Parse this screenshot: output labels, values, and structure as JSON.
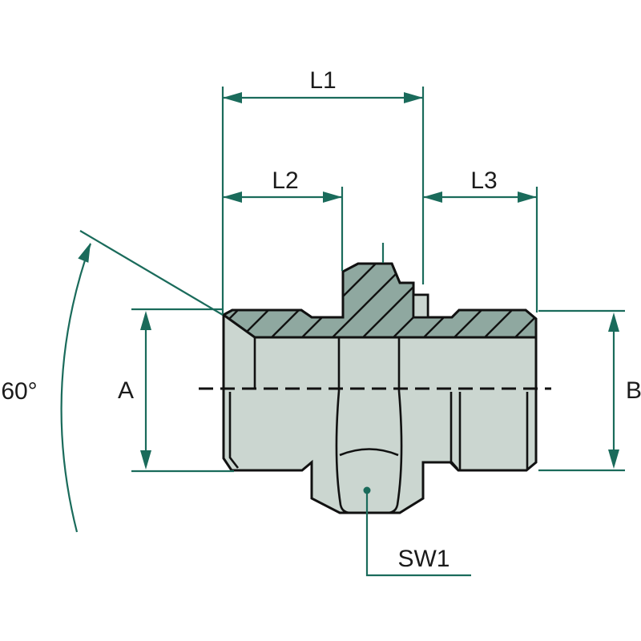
{
  "drawing": {
    "type": "technical-drawing",
    "subject": "threaded adapter fitting, half-section side view with hex and male threads",
    "labels": {
      "l1": "L1",
      "l2": "L2",
      "l3": "L3",
      "a": "A",
      "b": "B",
      "angle": "60°",
      "sw1": "SW1"
    }
  },
  "colors": {
    "dimension": "#1a6b5b",
    "text": "#1b1b1b",
    "outline": "#111111",
    "body": "#cbd6d0",
    "section": "#8fa8a0",
    "background": "#ffffff"
  }
}
